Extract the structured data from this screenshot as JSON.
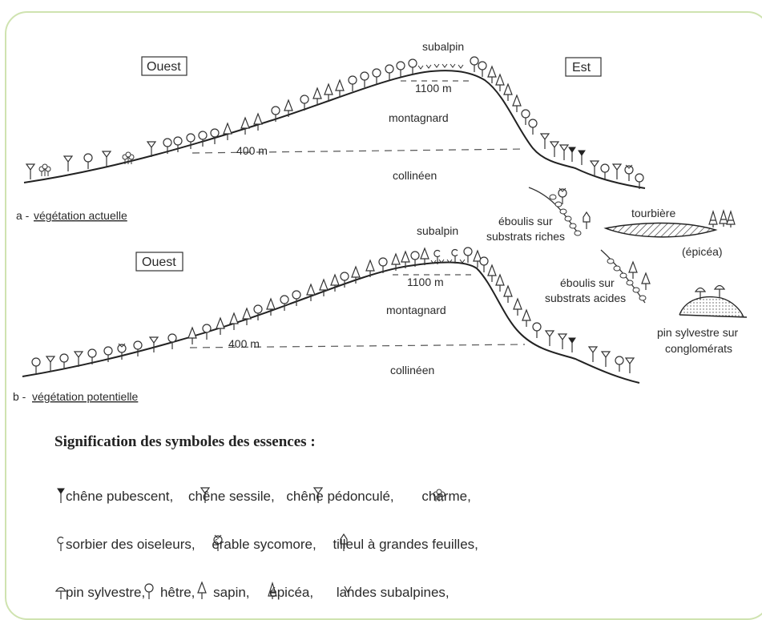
{
  "diagram_a": {
    "west_label": "Ouest",
    "east_label": "Est",
    "subalpine_label": "subalpin",
    "altitude_high": "1100 m",
    "altitude_low": "400 m",
    "belt_mid": "montagnard",
    "belt_low": "collinéen",
    "caption_prefix": "a - ",
    "caption": "végétation actuelle"
  },
  "diagram_b": {
    "west_label": "Ouest",
    "subalpine_label": "subalpin",
    "altitude_high": "1100 m",
    "altitude_low": "400 m",
    "belt_mid": "montagnard",
    "belt_low": "collinéen",
    "caption_prefix": "b - ",
    "caption": "végétation potentielle"
  },
  "insets": {
    "scree_rich_1": "éboulis sur",
    "scree_rich_2": "substrats riches",
    "scree_acid_1": "éboulis sur",
    "scree_acid_2": "substrats acides",
    "bog": "tourbière",
    "bog_species": "(épicéa)",
    "pine_1": "pin sylvestre sur",
    "pine_2": "conglomérats"
  },
  "legend": {
    "title": "Signification des symboles des essences :",
    "line1": [
      "chêne pubescent,",
      "chêne sessile,",
      "chêne pédonculé,",
      "charme,"
    ],
    "line2": [
      "sorbier des oiseleurs,",
      "érable sycomore,",
      "tilleul à grandes feuilles,"
    ],
    "line3": [
      "pin sylvestre,",
      "hêtre,",
      "sapin,",
      "épicéa,",
      "landes subalpines,"
    ]
  },
  "colors": {
    "frame": "#cfe3b0",
    "ink": "#2a2a2a"
  }
}
